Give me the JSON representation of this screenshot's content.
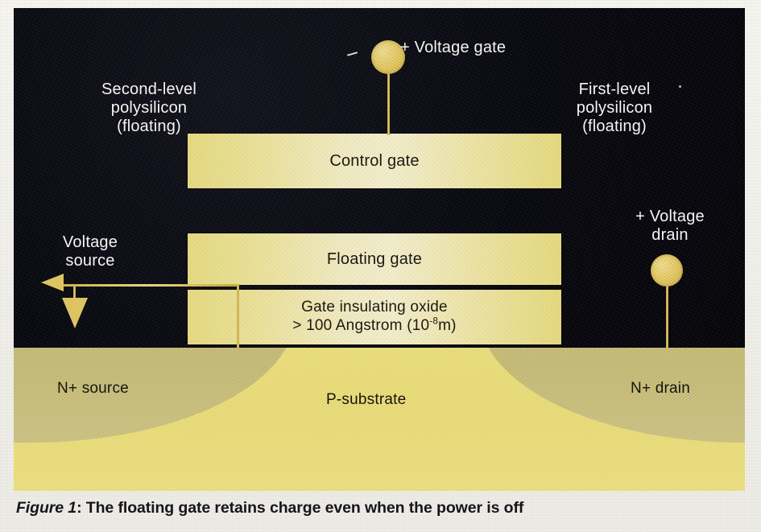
{
  "figure": {
    "caption_figure": "Figure 1",
    "caption_separator": ":",
    "caption_text": "The floating gate retains charge even when the power is off"
  },
  "diagram": {
    "labels": {
      "second_level_polysilicon": "Second-level\npolysilicon\n(floating)",
      "first_level_polysilicon": "First-level\npolysilicon\n(floating)",
      "voltage_gate": "+ Voltage gate",
      "voltage_drain": "+ Voltage\ndrain",
      "voltage_source": "Voltage\nsource"
    },
    "layers": [
      {
        "id": "control-gate",
        "label": "Control gate"
      },
      {
        "id": "floating-gate",
        "label": "Floating gate"
      }
    ],
    "oxide": {
      "line1": "Gate insulating oxide",
      "line2_pre": "> 100 Angstrom (10",
      "line2_sup": "-8",
      "line2_post": "m)"
    },
    "substrate": {
      "n_source": "N+ source",
      "p_substrate": "P-substrate",
      "n_drain": "N+ drain"
    },
    "colors": {
      "background_dark": "#07070d",
      "gold_terminal": "#e3c85c",
      "gate_bar": "#e9df99",
      "substrate_p": "#e9dc76",
      "substrate_n": "#c6bc77",
      "label_text": "#f4f4f2",
      "caption_text": "#15151a",
      "paper": "#f3f1ec"
    }
  }
}
